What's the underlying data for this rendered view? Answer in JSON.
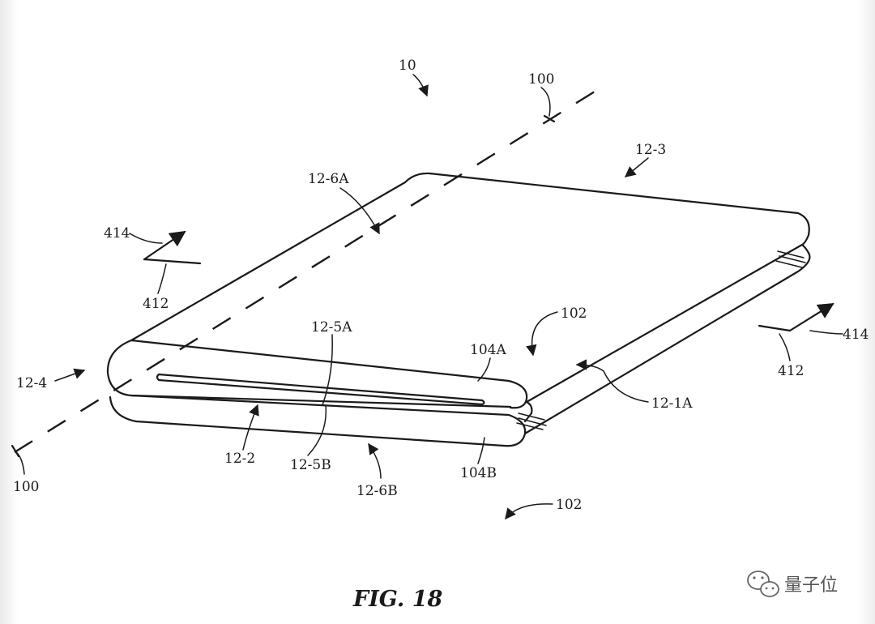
{
  "labels": {
    "ref_10": "10",
    "ref_100_top": "100",
    "ref_100_bottom": "100",
    "ref_12_3": "12-3",
    "ref_12_6A": "12-6A",
    "ref_414_left": "414",
    "ref_412_left": "412",
    "ref_102_upper": "102",
    "ref_12_5A": "12-5A",
    "ref_104A": "104A",
    "ref_12_4": "12-4",
    "ref_414_right": "414",
    "ref_412_right": "412",
    "ref_12_1A": "12-1A",
    "ref_12_2": "12-2",
    "ref_12_5B": "12-5B",
    "ref_12_6B": "12-6B",
    "ref_104B": "104B",
    "ref_102_lower": "102"
  },
  "caption": "FIG. 18",
  "watermark": "量子位"
}
